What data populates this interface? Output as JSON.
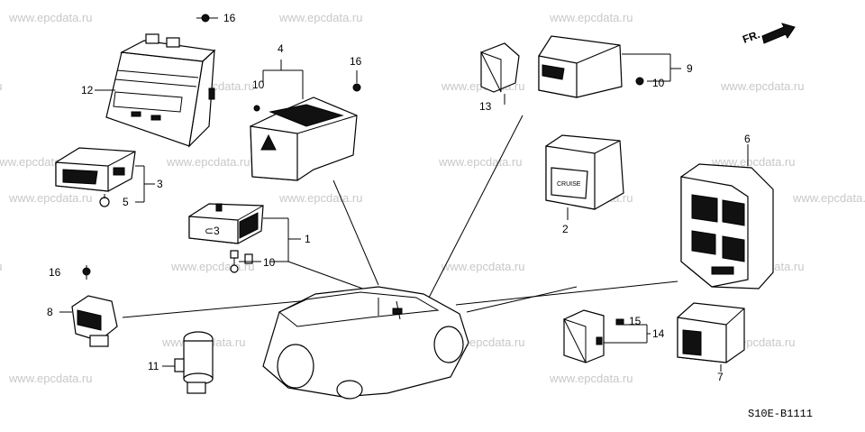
{
  "watermark": "www.epcdata.ru",
  "diagram_code": "S10E-B1111",
  "direction_label": "FR.",
  "parts": {
    "p1": "1",
    "p2": "2",
    "p3": "3",
    "p4": "4",
    "p5": "5",
    "p6": "6",
    "p7": "7",
    "p8": "8",
    "p9": "9",
    "p10a": "10",
    "p10b": "10",
    "p10c": "10",
    "p11": "11",
    "p12": "12",
    "p13": "13",
    "p14": "14",
    "p15": "15",
    "p16a": "16",
    "p16b": "16",
    "p16c": "16"
  }
}
